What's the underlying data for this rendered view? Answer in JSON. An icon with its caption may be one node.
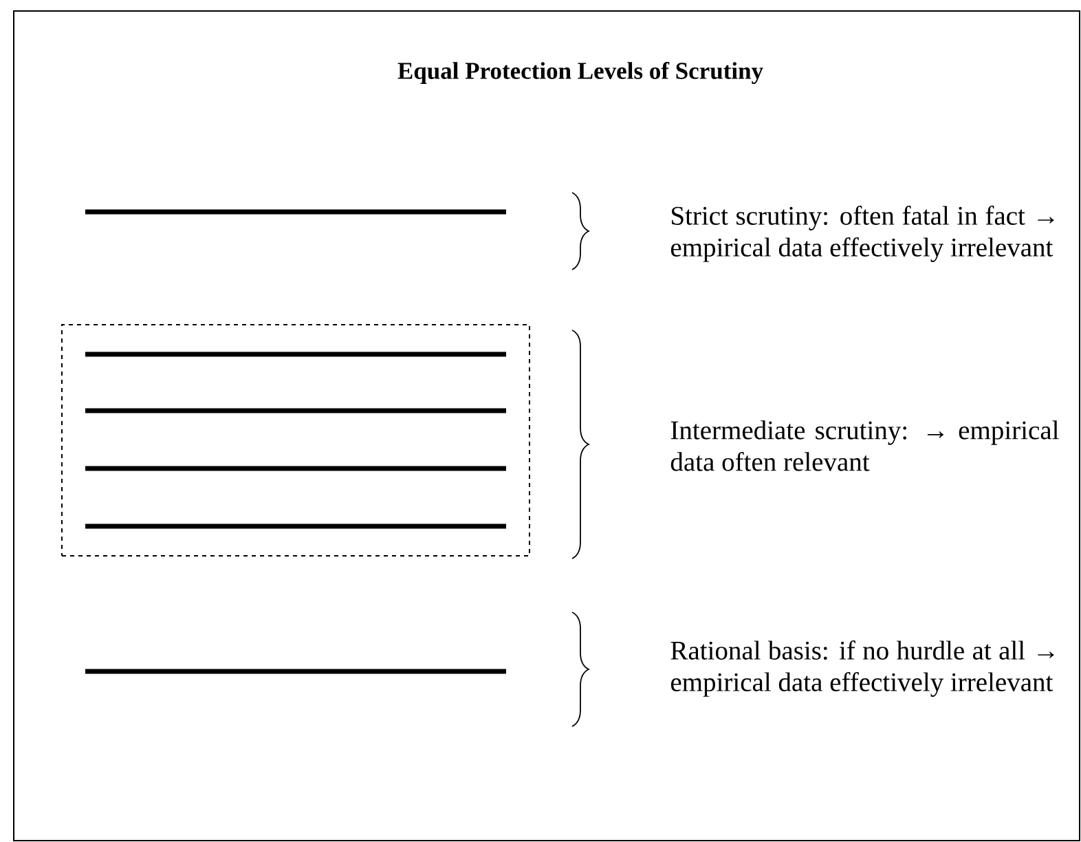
{
  "diagram": {
    "title": "Equal Protection Levels of Scrutiny",
    "nodes": [
      {
        "text": [],
        "shape": "bar"
      },
      {
        "text": [],
        "shape": "box"
      },
      {
        "text": [],
        "shape": "bar",
        "in": 1
      },
      {
        "text": [],
        "shape": "bar",
        "in": 1
      },
      {
        "text": [],
        "shape": "bar",
        "in": 1
      },
      {
        "text": [],
        "shape": "bar",
        "in": 1
      },
      {
        "text": [],
        "shape": "bar"
      }
    ],
    "labels": [
      "Strict scrutiny: often fatal in fact → empirical data effectively irrelevant",
      "Intermediate scrutiny: → empirical data often relevant",
      "Rational basis: if no hurdle at all → empirical data effectively irrelevant"
    ]
  }
}
